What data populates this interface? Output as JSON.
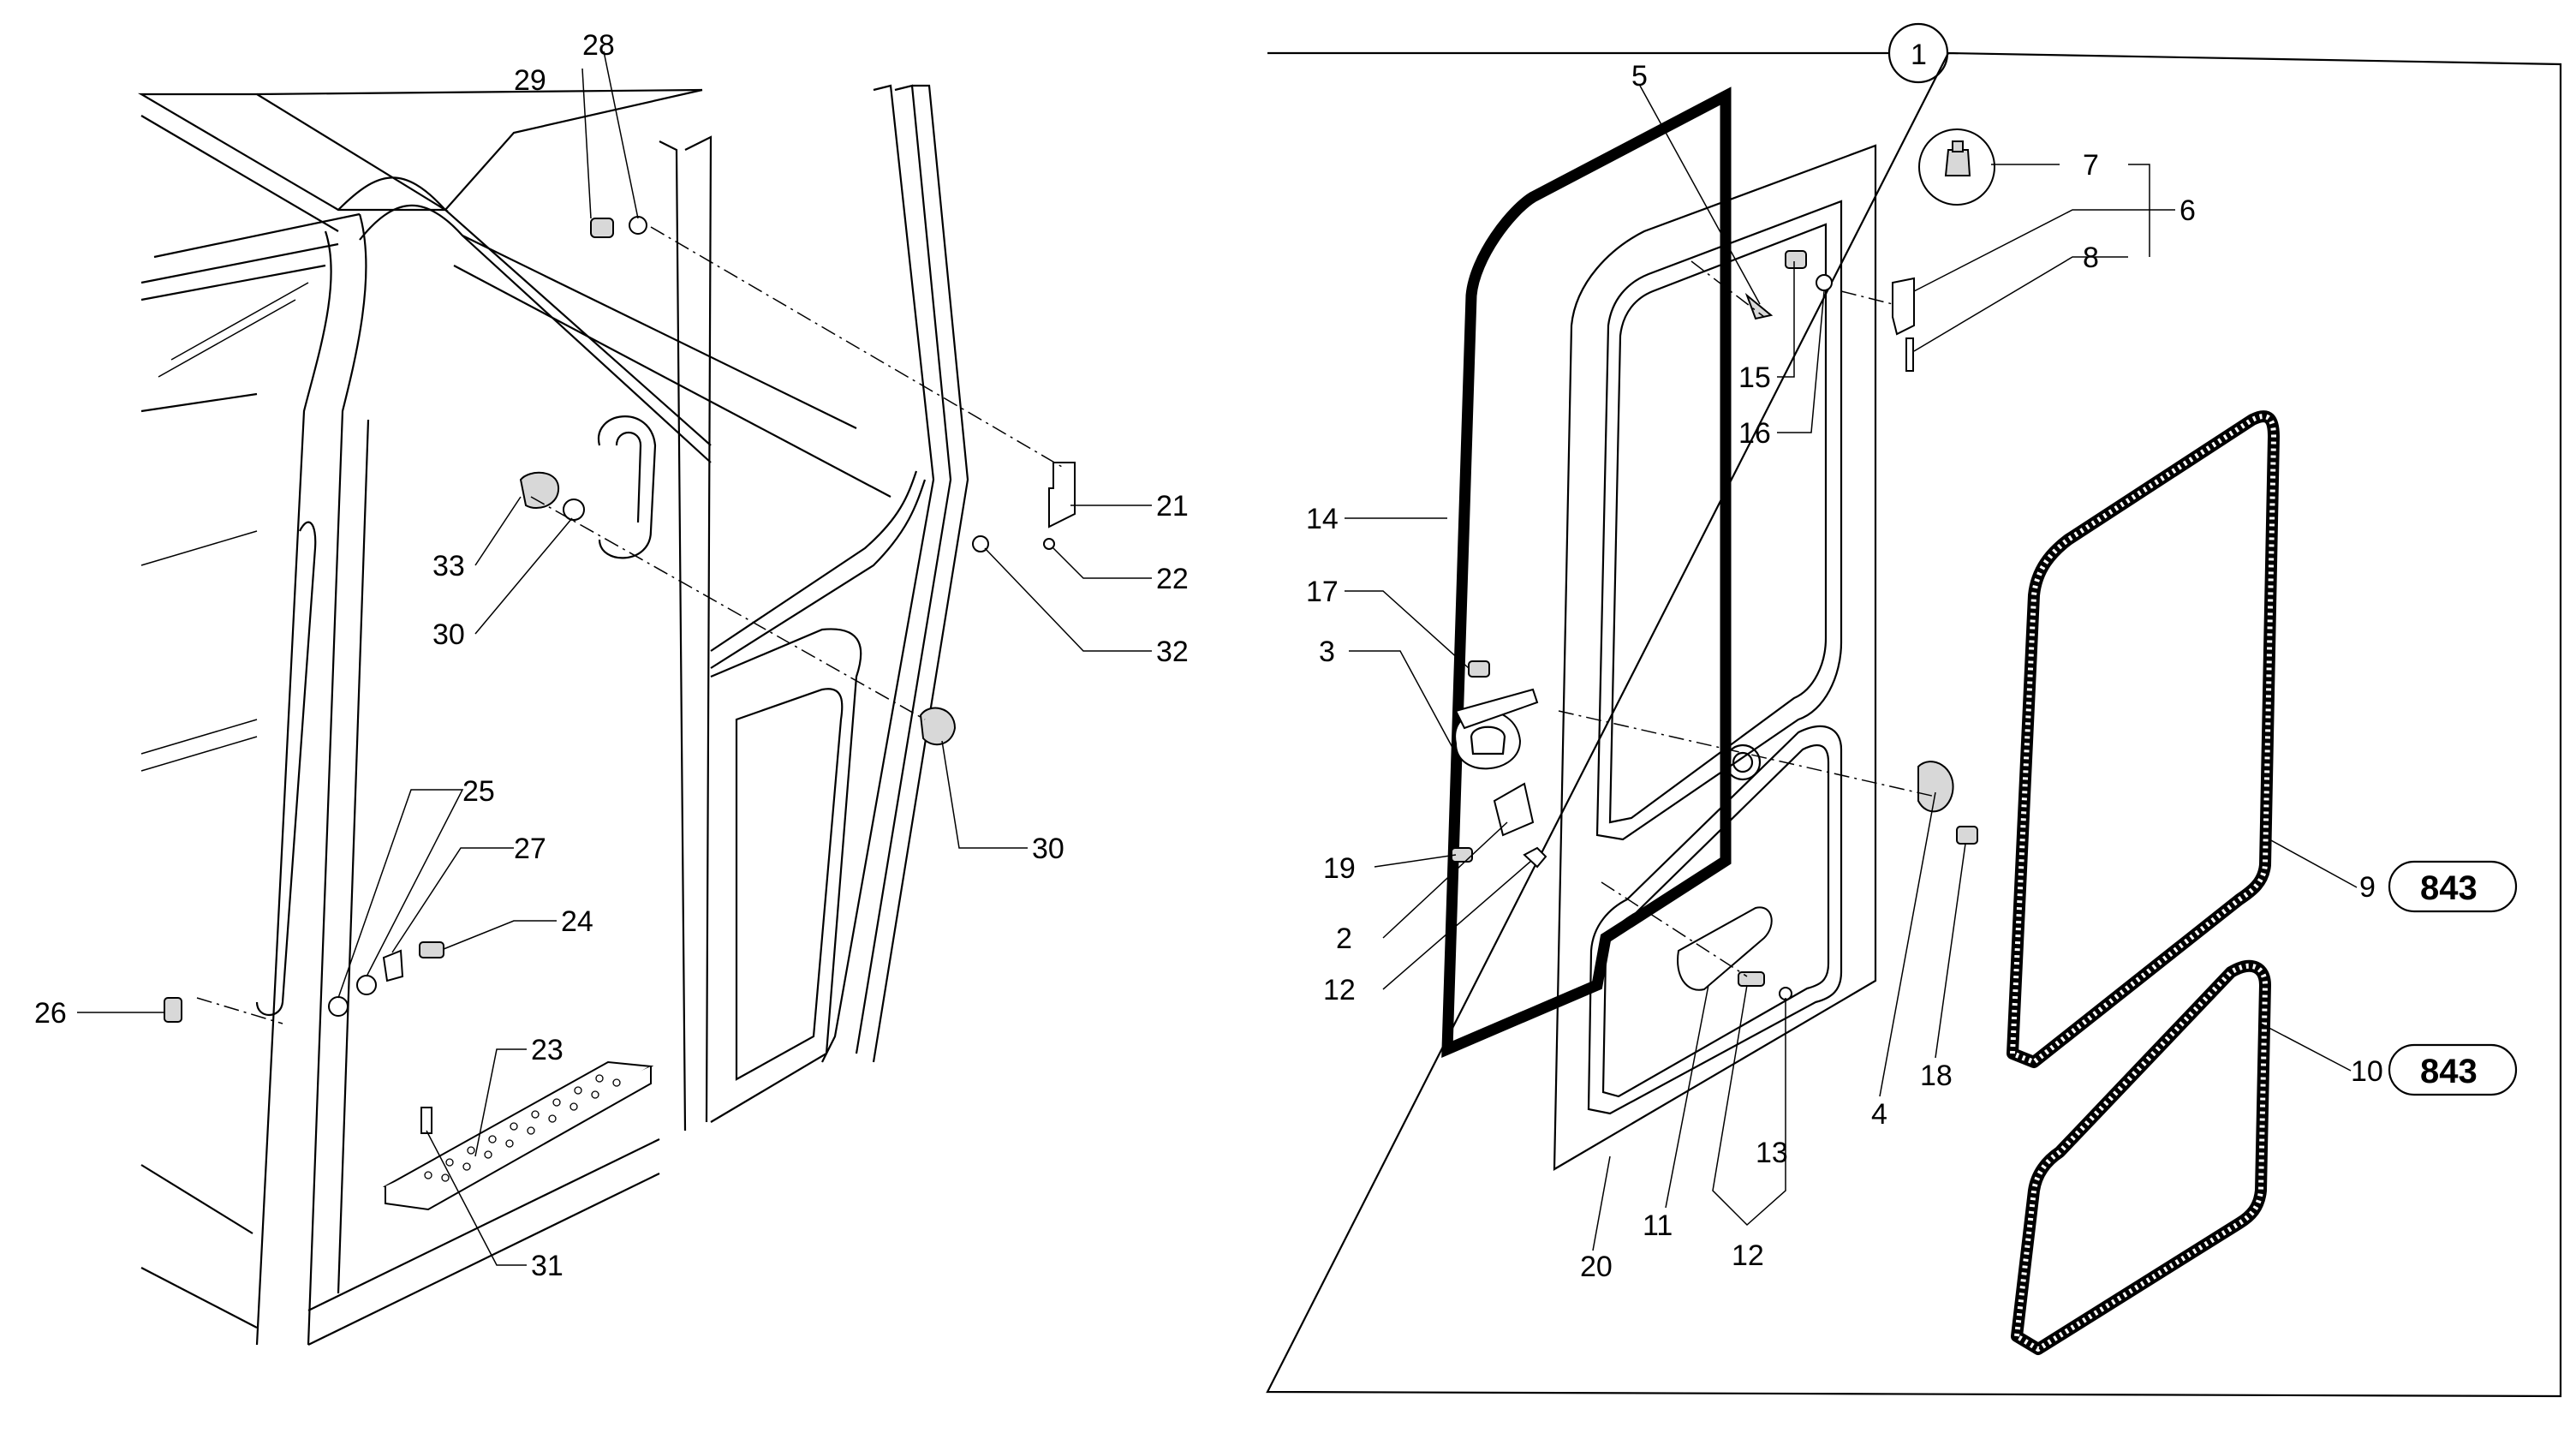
{
  "assembly": {
    "group_label": "1",
    "badges": [
      "843",
      "843"
    ]
  },
  "callouts": {
    "left": [
      "29",
      "28",
      "21",
      "22",
      "32",
      "33",
      "30",
      "30",
      "25",
      "27",
      "24",
      "26",
      "23",
      "31"
    ],
    "right": [
      "5",
      "7",
      "6",
      "8",
      "15",
      "16",
      "14",
      "17",
      "3",
      "19",
      "2",
      "12",
      "4",
      "18",
      "9",
      "10",
      "11",
      "13",
      "12",
      "20"
    ]
  }
}
